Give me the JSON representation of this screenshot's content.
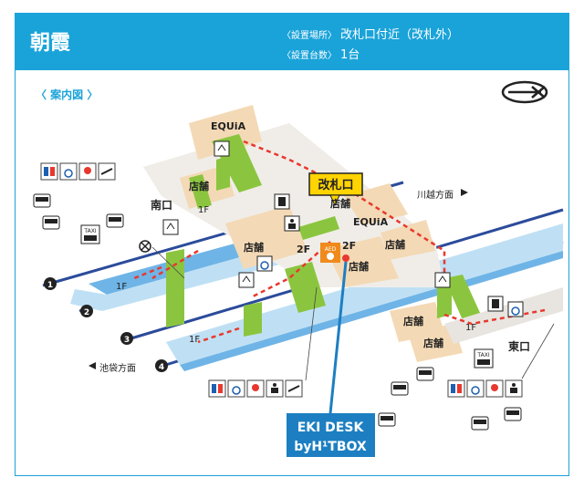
{
  "header": {
    "station_name": "朝霞",
    "location_label": "〈設置場所〉",
    "location_value": "改札口付近（改札外）",
    "count_label": "〈設置台数〉",
    "count_value": "1台"
  },
  "guide_title": "〈 案内図 〉",
  "map": {
    "ticket_gate": "改札口",
    "south_exit": "南口",
    "east_exit": "東口",
    "equia_top": "EQUiA",
    "equia_mid": "EQUiA",
    "shop": "店舗",
    "floor_1f": "1F",
    "floor_2f": "2F",
    "aed": "AED",
    "kawagoe_dir": "川越方面",
    "ikebukuro_dir": "池袋方面",
    "taxi": "TAXI",
    "tracks": [
      "1",
      "2",
      "3",
      "4"
    ],
    "desk_line1": "EKI DESK",
    "desk_line2": "byH¹TBOX"
  },
  "colors": {
    "accent": "#1aa3d9",
    "track_blue": "#3f95d6",
    "platform": "#bfe0f4",
    "concourse": "#f3d9b5",
    "stairs_green": "#8bc53f",
    "gate_yellow": "#ffd400",
    "route_red": "#e8382e",
    "aed_orange": "#f08a1c",
    "desk_blue": "#1d7fc1"
  },
  "icons": [
    "restroom-icon",
    "wheelchair-icon",
    "baby-icon",
    "diaper-change-icon",
    "bus-icon",
    "taxi-icon",
    "elevator-icon",
    "escalator-icon",
    "ticket-machine-icon",
    "info-desk-icon",
    "no-entry-icon",
    "jr-logo-icon"
  ]
}
